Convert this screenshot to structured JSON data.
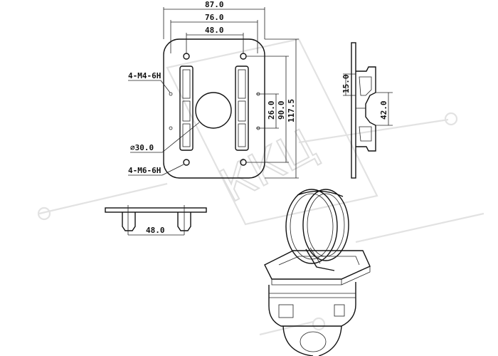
{
  "front_view": {
    "width_outer": "87.0",
    "width_holes": "76.0",
    "width_slots": "48.0",
    "thread_small": "4-M4-6H",
    "diameter": "⌀30.0",
    "thread_large": "4-M6-6H",
    "height_slot": "26.0",
    "height_holes": "90.0",
    "height_outer": "117.5"
  },
  "side_view": {
    "offset": "15.0",
    "spacing": "42.0"
  },
  "bottom_view": {
    "spacing": "48.0"
  },
  "watermark": {
    "text": "ККЦ"
  }
}
